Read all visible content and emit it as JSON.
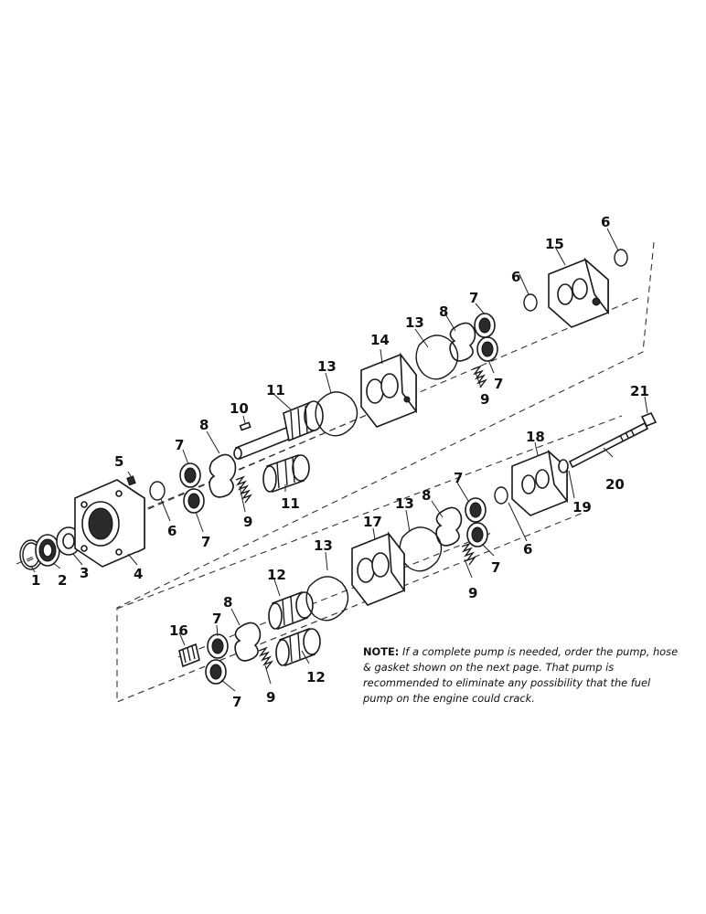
{
  "note": {
    "heading": "NOTE:",
    "text": "If a complete pump is needed, order the pump, hose & gasket shown on the next page. That pump is recommended to eliminate any possibility that the fuel pump on the engine could crack."
  },
  "callouts": {
    "c1": "1",
    "c2": "2",
    "c3": "3",
    "c4": "4",
    "c5": "5",
    "c6a": "6",
    "c6b": "6",
    "c6c": "6",
    "c6d": "6",
    "c7a": "7",
    "c7b": "7",
    "c7c": "7",
    "c7d": "7",
    "c7e": "7",
    "c7f": "7",
    "c7g": "7",
    "c7h": "7",
    "c8a": "8",
    "c8b": "8",
    "c8c": "8",
    "c8d": "8",
    "c9a": "9",
    "c9b": "9",
    "c9c": "9",
    "c9d": "9",
    "c10": "10",
    "c11a": "11",
    "c11b": "11",
    "c12a": "12",
    "c12b": "12",
    "c13a": "13",
    "c13b": "13",
    "c13c": "13",
    "c13d": "13",
    "c14": "14",
    "c15": "15",
    "c16": "16",
    "c17": "17",
    "c18": "18",
    "c19": "19",
    "c20": "20",
    "c21": "21"
  }
}
